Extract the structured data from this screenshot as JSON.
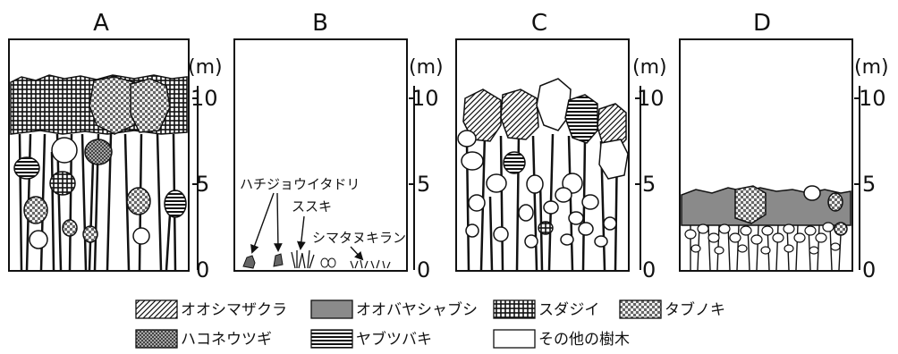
{
  "panels": [
    {
      "id": "A",
      "title": "A"
    },
    {
      "id": "B",
      "title": "B"
    },
    {
      "id": "C",
      "title": "C"
    },
    {
      "id": "D",
      "title": "D"
    }
  ],
  "axis": {
    "unit": "(m)",
    "ticks": [
      "10",
      "5",
      "0"
    ]
  },
  "annotations": {
    "hachijo": "ハチジョウイタドリ",
    "susuki": "ススキ",
    "shimatanukiran": "シマタヌキラン"
  },
  "legend": [
    {
      "key": "oshimazakura",
      "label": "オオシマザクラ",
      "pattern": "diagonal"
    },
    {
      "key": "obayashabushi",
      "label": "オオバヤシャブシ",
      "pattern": "gray"
    },
    {
      "key": "sudajii",
      "label": "スダジイ",
      "pattern": "grid"
    },
    {
      "key": "tabunoki",
      "label": "タブノキ",
      "pattern": "check"
    },
    {
      "key": "hakonewotsugi",
      "label": "ハコネウツギ",
      "pattern": "dots"
    },
    {
      "key": "yabutsubaki",
      "label": "ヤブツバキ",
      "pattern": "horizontal"
    },
    {
      "key": "other",
      "label": "その他の樹木",
      "pattern": "white"
    }
  ],
  "colors": {
    "ink": "#111111",
    "gray": "#8a8a8a",
    "paper": "#ffffff"
  }
}
